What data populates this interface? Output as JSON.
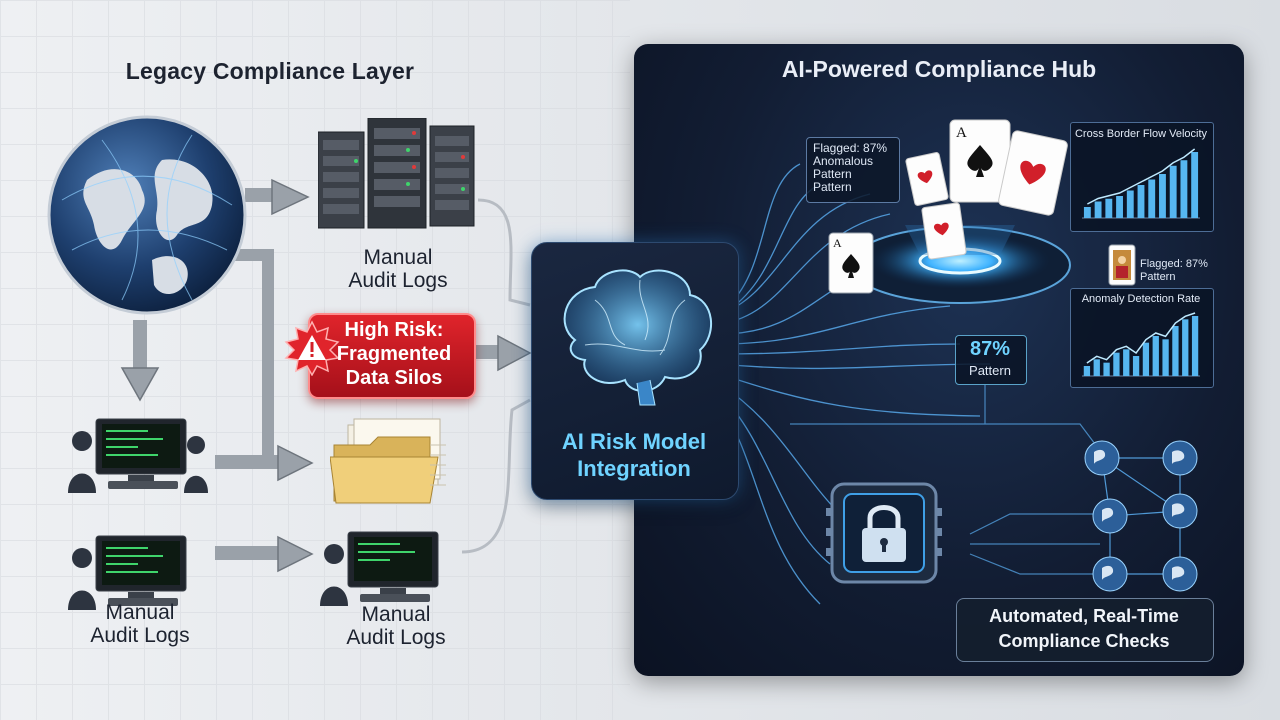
{
  "legacy": {
    "title": "Legacy Compliance Layer",
    "top_server_label": "Manual\nAudit Logs",
    "bottom_left_label": "Manual\nAudit Logs",
    "bottom_mid_label": "Manual\nAudit Logs"
  },
  "risk_badge": {
    "text": "High Risk:\nFragmented\nData Silos"
  },
  "ai_model": {
    "label": "AI Risk Model\nIntegration"
  },
  "hub": {
    "title": "AI-Powered Compliance Hub",
    "flag_callout": "Flagged: 87%\nAnomalous\nPattern\nPattern",
    "flag_callout_small": "Flagged: 87%\nPattern",
    "pattern_value": "87%",
    "pattern_label": "Pattern",
    "automated_checks": "Automated, Real-Time\nCompliance Checks",
    "chart_top": {
      "title": "Cross Border Flow Velocity",
      "values": [
        2,
        3,
        3.5,
        4,
        5,
        6,
        7,
        8,
        9.5,
        10.5,
        12
      ]
    },
    "chart_bottom": {
      "title": "Anomaly Detection Rate",
      "values": [
        1.5,
        2.5,
        2,
        3.5,
        4,
        3,
        5,
        6,
        5.5,
        7.5,
        8.5,
        9
      ]
    }
  },
  "colors": {
    "accent": "#6fd3ff",
    "risk": "#d41f27",
    "panel": "#121d33"
  }
}
